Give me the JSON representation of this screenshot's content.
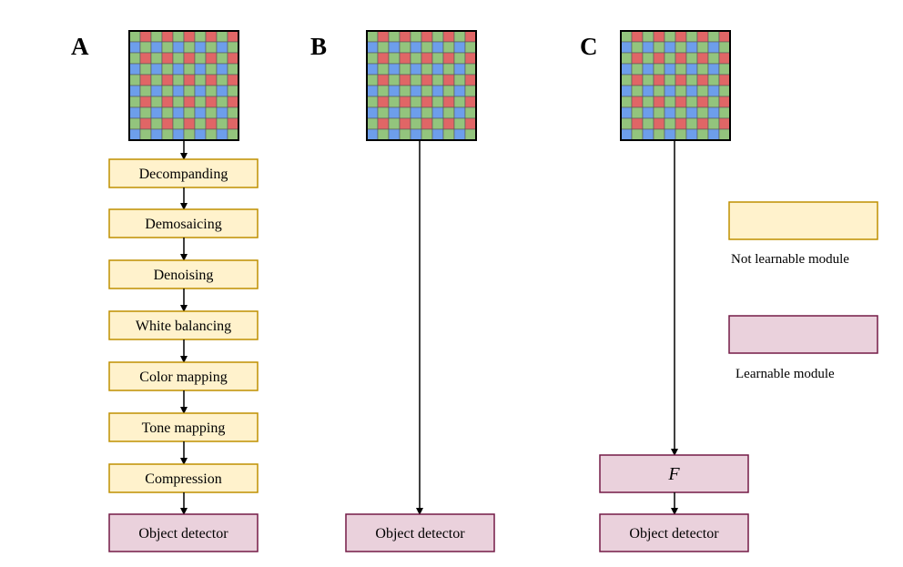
{
  "colors": {
    "bayer_red": "#e06666",
    "bayer_green": "#93c47d",
    "bayer_blue": "#6d9eeb",
    "not_learnable_fill": "#fff2cc",
    "not_learnable_stroke": "#bf9000",
    "learnable_fill": "#ead1dc",
    "learnable_stroke": "#741b47"
  },
  "panels": {
    "a": {
      "letter": "A",
      "sensor_icon": "bayer-pattern-icon",
      "steps": [
        "Decompanding",
        "Demosaicing",
        "Denoising",
        "White balancing",
        "Color mapping",
        "Tone mapping",
        "Compression"
      ],
      "detector": "Object detector"
    },
    "b": {
      "letter": "B",
      "sensor_icon": "bayer-pattern-icon",
      "detector": "Object detector"
    },
    "c": {
      "letter": "C",
      "sensor_icon": "bayer-pattern-icon",
      "learned_module": "F",
      "detector": "Object detector"
    }
  },
  "legend": {
    "not_learnable": "Not learnable module",
    "learnable": "Learnable module"
  }
}
